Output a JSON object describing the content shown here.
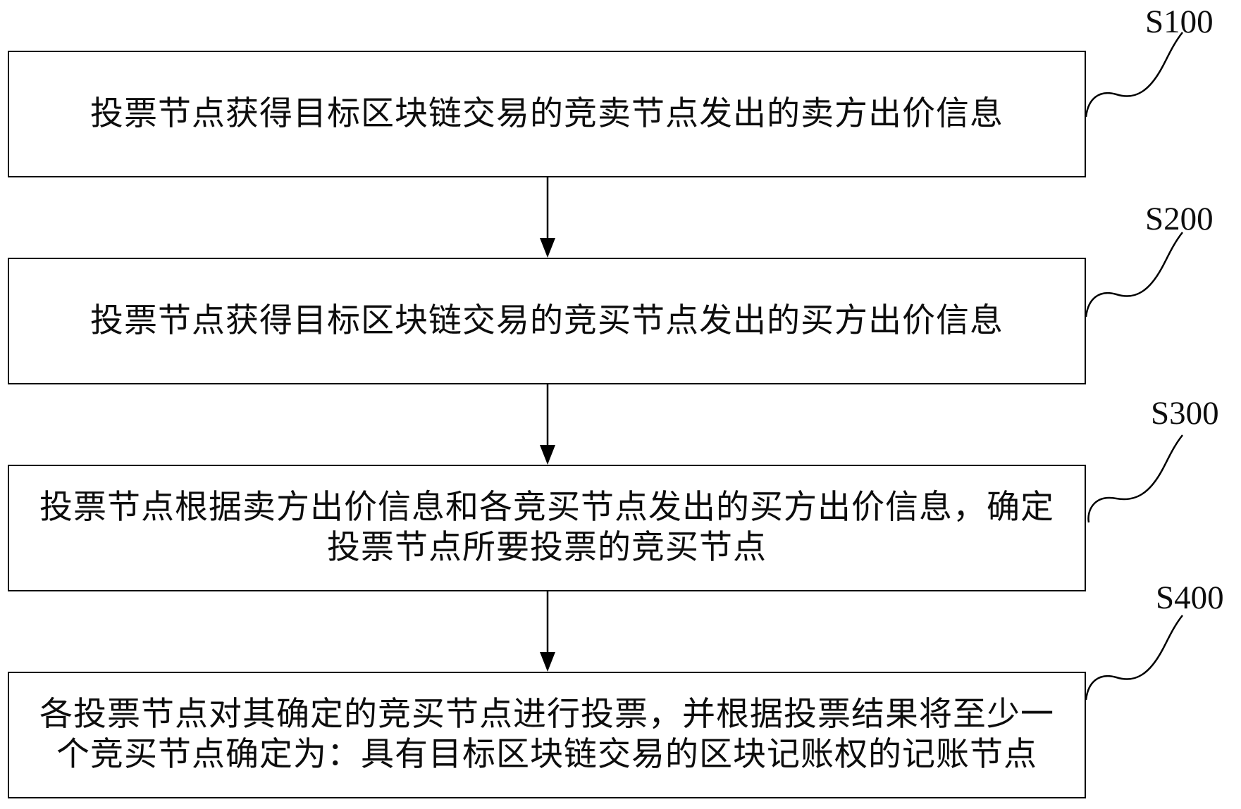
{
  "diagram": {
    "type": "flowchart",
    "background_color": "#ffffff",
    "line_color": "#000000",
    "steps": [
      {
        "tag": "S100",
        "lines": [
          "投票节点获得目标区块链交易的竞卖节点发出的卖方出价信息"
        ]
      },
      {
        "tag": "S200",
        "lines": [
          "投票节点获得目标区块链交易的竞买节点发出的买方出价信息"
        ]
      },
      {
        "tag": "S300",
        "lines": [
          "投票节点根据卖方出价信息和各竞买节点发出的买方出价信息，确定",
          "投票节点所要投票的竞买节点"
        ]
      },
      {
        "tag": "S400",
        "lines": [
          "各投票节点对其确定的竞买节点进行投票，并根据投票结果将至少一",
          "个竞买节点确定为：具有目标区块链交易的区块记账权的记账节点"
        ]
      }
    ]
  }
}
